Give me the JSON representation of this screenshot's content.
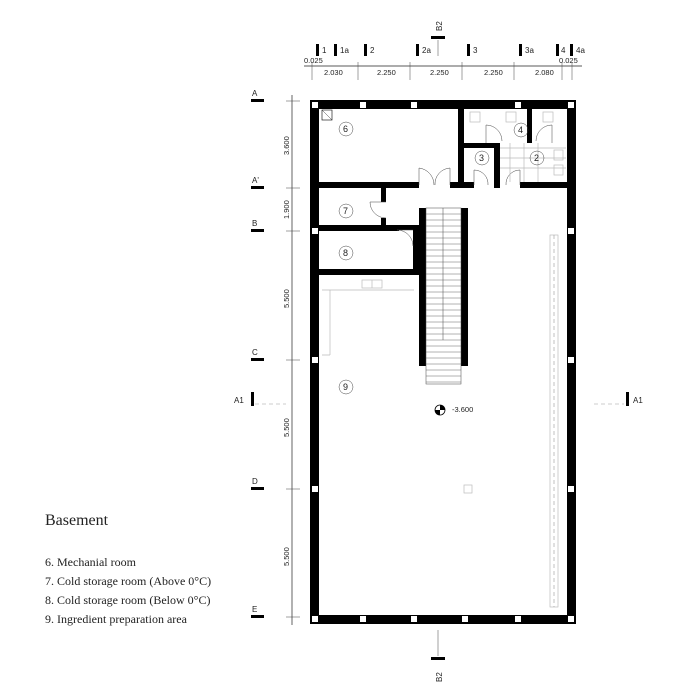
{
  "title": "Basement",
  "legend": [
    "6. Mechanial room",
    "7. Cold storage room (Above 0°C)",
    "8. Cold storage room (Below 0°C)",
    "9. Ingredient preparation area"
  ],
  "column_axes": [
    "1",
    "1a",
    "2",
    "2a",
    "3",
    "3a",
    "4",
    "4a"
  ],
  "column_dims": [
    "2.030",
    "2.250",
    "2.250",
    "2.250",
    "2.080"
  ],
  "edge_dims": [
    "0.025",
    "0.025"
  ],
  "row_axes": [
    "A",
    "A'",
    "B",
    "C",
    "D",
    "E"
  ],
  "row_dims": [
    "3.600",
    "1.900",
    "5.500",
    "5.500",
    "5.500"
  ],
  "section_marks": {
    "b2": "B2",
    "a1": "A1"
  },
  "rooms": [
    "6",
    "7",
    "8",
    "9",
    "4",
    "3",
    "2"
  ],
  "level": "-3.600"
}
